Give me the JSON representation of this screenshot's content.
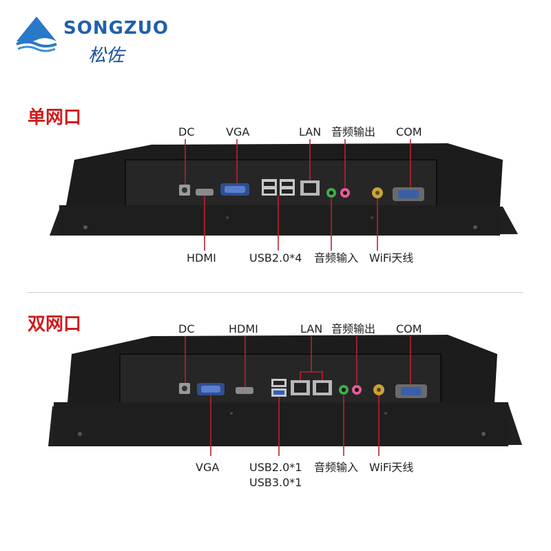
{
  "brand": {
    "name": "SONGZUO",
    "name_cn": "松佐",
    "colors": {
      "primary": "#1f5fae",
      "accent": "#3a8fd8"
    }
  },
  "sections": [
    {
      "title": "单网口",
      "top_labels": [
        "DC",
        "VGA",
        "LAN",
        "音频输出",
        "COM"
      ],
      "bottom_labels": [
        "HDMI",
        "USB2.0*4",
        "音频输入",
        "WiFi天线"
      ]
    },
    {
      "title": "双网口",
      "top_labels": [
        "DC",
        "HDMI",
        "LAN",
        "音频输出",
        "COM"
      ],
      "bottom_labels": [
        "VGA",
        "USB2.0*1",
        "USB3.0*1",
        "音频输入",
        "WiFi天线"
      ]
    }
  ],
  "colors": {
    "title_red": "#d11a1a",
    "leader_red": "#c0202a",
    "device_dark": "#1c1c1c",
    "audio_green": "#3fae49",
    "audio_pink": "#e85a9a",
    "usb3_blue": "#2a62c8"
  }
}
